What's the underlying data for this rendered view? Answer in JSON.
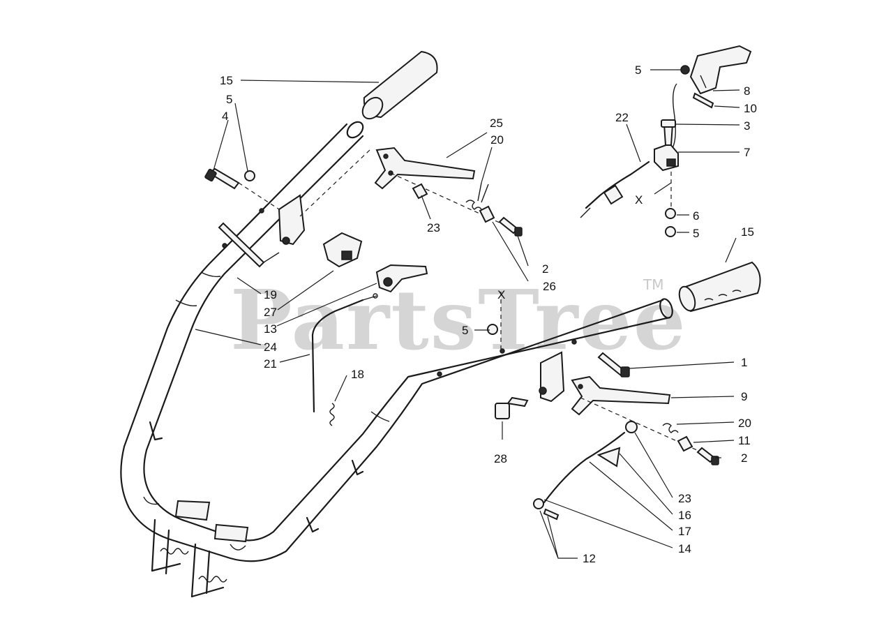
{
  "watermark": {
    "text": "PartsTree",
    "trademark": "TM"
  },
  "callouts": [
    {
      "id": "c15a",
      "label": "15"
    },
    {
      "id": "c5a",
      "label": "5"
    },
    {
      "id": "c4",
      "label": "4"
    },
    {
      "id": "c25",
      "label": "25"
    },
    {
      "id": "c20a",
      "label": "20"
    },
    {
      "id": "c23a",
      "label": "23"
    },
    {
      "id": "c2a",
      "label": "2"
    },
    {
      "id": "c26",
      "label": "26"
    },
    {
      "id": "c19",
      "label": "19"
    },
    {
      "id": "c27",
      "label": "27"
    },
    {
      "id": "c13",
      "label": "13"
    },
    {
      "id": "c24",
      "label": "24"
    },
    {
      "id": "c21",
      "label": "21"
    },
    {
      "id": "c18",
      "label": "18"
    },
    {
      "id": "cXa",
      "label": "X"
    },
    {
      "id": "c5b",
      "label": "5"
    },
    {
      "id": "c28",
      "label": "28"
    },
    {
      "id": "c5c",
      "label": "5"
    },
    {
      "id": "c8",
      "label": "8"
    },
    {
      "id": "c10",
      "label": "10"
    },
    {
      "id": "c22",
      "label": "22"
    },
    {
      "id": "c3",
      "label": "3"
    },
    {
      "id": "c7",
      "label": "7"
    },
    {
      "id": "cXb",
      "label": "X"
    },
    {
      "id": "c6",
      "label": "6"
    },
    {
      "id": "c5d",
      "label": "5"
    },
    {
      "id": "c15b",
      "label": "15"
    },
    {
      "id": "c1",
      "label": "1"
    },
    {
      "id": "c9",
      "label": "9"
    },
    {
      "id": "c20b",
      "label": "20"
    },
    {
      "id": "c11",
      "label": "11"
    },
    {
      "id": "c2b",
      "label": "2"
    },
    {
      "id": "c23b",
      "label": "23"
    },
    {
      "id": "c16",
      "label": "16"
    },
    {
      "id": "c17",
      "label": "17"
    },
    {
      "id": "c14",
      "label": "14"
    },
    {
      "id": "c12",
      "label": "12"
    }
  ]
}
